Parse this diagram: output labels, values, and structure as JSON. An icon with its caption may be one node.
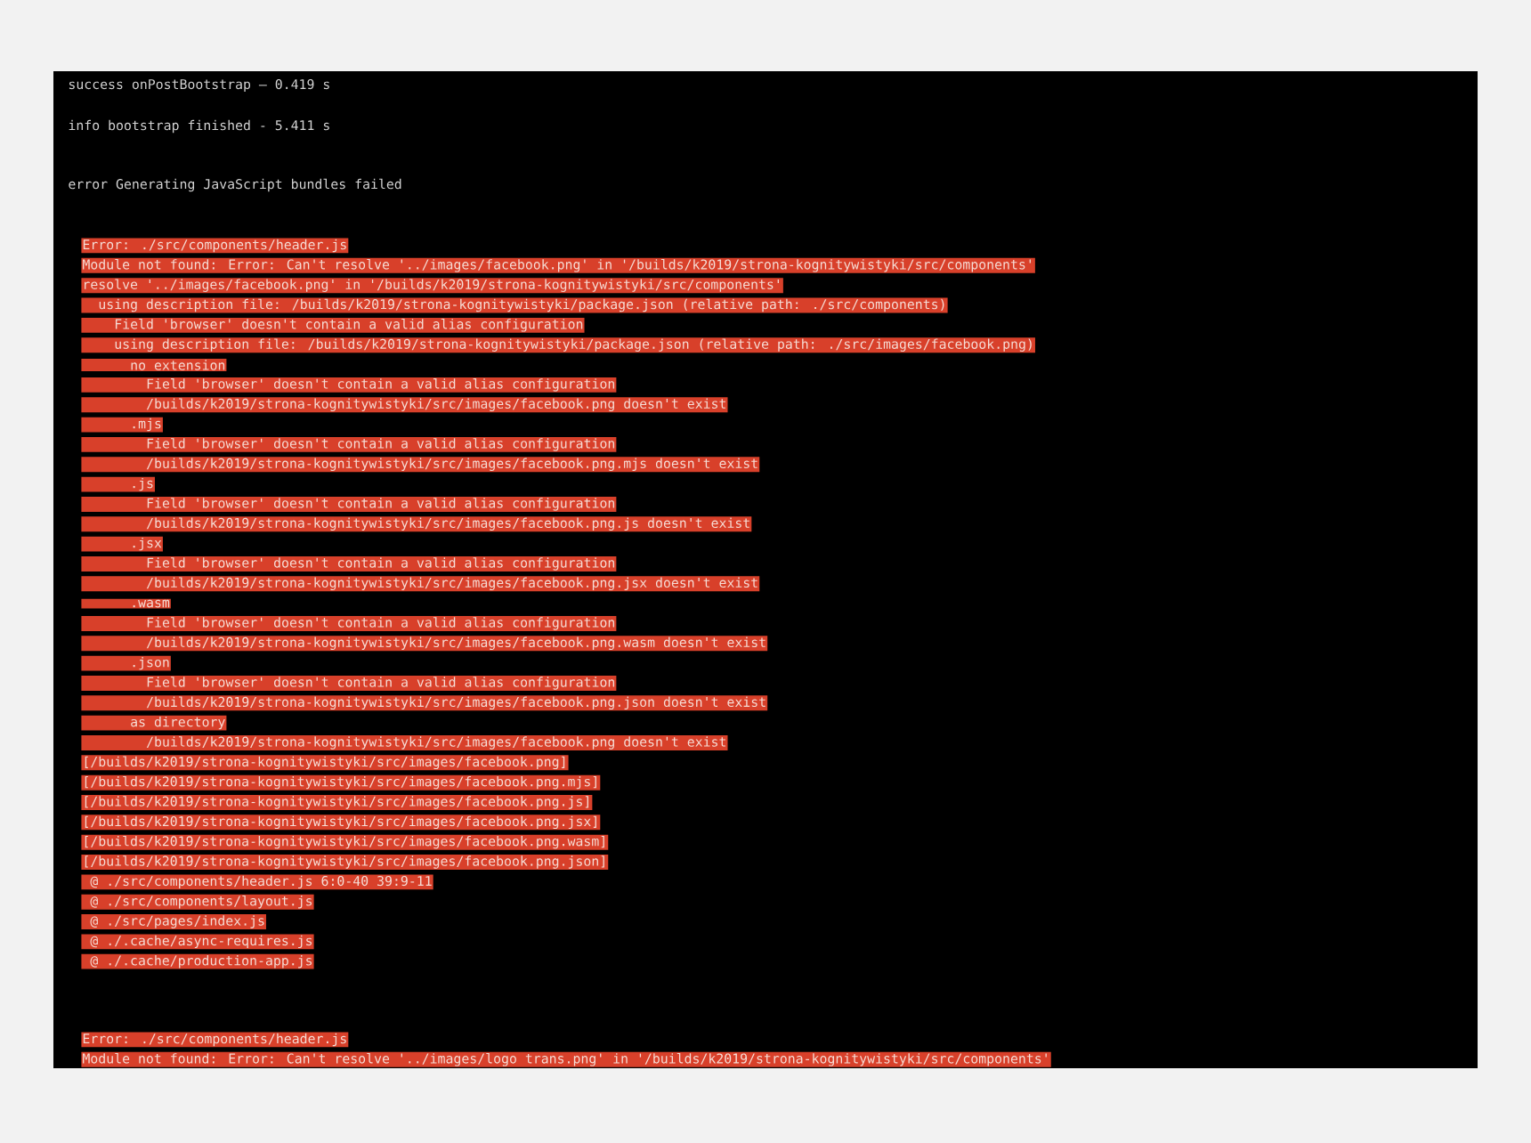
{
  "diagram": {
    "labels": [
      "success onPostBootstrap — 0.419 s",
      "info bootstrap finished - 5.411 s",
      "error Generating JavaScript bundles failed",
      "Error: ./src/components/header.js",
      "Module not found: Error: Can't resolve '../images/facebook.png' in '/builds/k2019/strona-kognitywistyki/src/components'",
      "resolve '../images/facebook.png' in '/builds/k2019/strona-kognitywistyki/src/components'",
      "using description file: /builds/k2019/strona-kognitywistyki/package.json (relative path: ./src/components)",
      "Field 'browser' doesn't contain a valid alias configuration",
      "using description file: /builds/k2019/strona-kognitywistyki/package.json (relative path: ./src/images/facebook.png)",
      "no extension",
      "Field 'browser' doesn't contain a valid alias configuration",
      "/builds/k2019/strona-kognitywistyki/src/images/facebook.png doesn't exist",
      ".mjs",
      "Field 'browser' doesn't contain a valid alias configuration",
      "/builds/k2019/strona-kognitywistyki/src/images/facebook.png.mjs doesn't exist",
      ".js",
      "Field 'browser' doesn't contain a valid alias configuration",
      "/builds/k2019/strona-kognitywistyki/src/images/facebook.png.js doesn't exist",
      ".jsx",
      "Field 'browser' doesn't contain a valid alias configuration",
      "/builds/k2019/strona-kognitywistyki/src/images/facebook.png.jsx doesn't exist",
      ".wasm",
      "Field 'browser' doesn't contain a valid alias configuration",
      "/builds/k2019/strona-kognitywistyki/src/images/facebook.png.wasm doesn't exist",
      ".json",
      "Field 'browser' doesn't contain a valid alias configuration",
      "/builds/k2019/strona-kognitywistyki/src/images/facebook.png.json doesn't exist",
      "as directory",
      "/builds/k2019/strona-kognitywistyki/src/images/facebook.png doesn't exist",
      "[/builds/k2019/strona-kognitywistyki/src/images/facebook.png]",
      "[/builds/k2019/strona-kognitywistyki/src/images/facebook.png.mjs]",
      "[/builds/k2019/strona-kognitywistyki/src/images/facebook.png.js]",
      "[/builds/k2019/strona-kognitywistyki/src/images/facebook.png.jsx]",
      "[/builds/k2019/strona-kognitywistyki/src/images/facebook.png.wasm]",
      "[/builds/k2019/strona-kognitywistyki/src/images/facebook.png.json]",
      "@ ./src/components/header.js 6:0-40 39:9-11",
      "@ ./src/components/layout.js",
      "@ ./src/pages/index.js",
      "@ ./.cache/async-requires.js",
      "@ ./.cache/production-app.js",
      "Error: ./src/components/header.js",
      "Module not found: Error: Can't resolve '../images/logo trans.png' in '/builds/k2019/strona-kognitywistyki/src/components'"
    ]
  }
}
